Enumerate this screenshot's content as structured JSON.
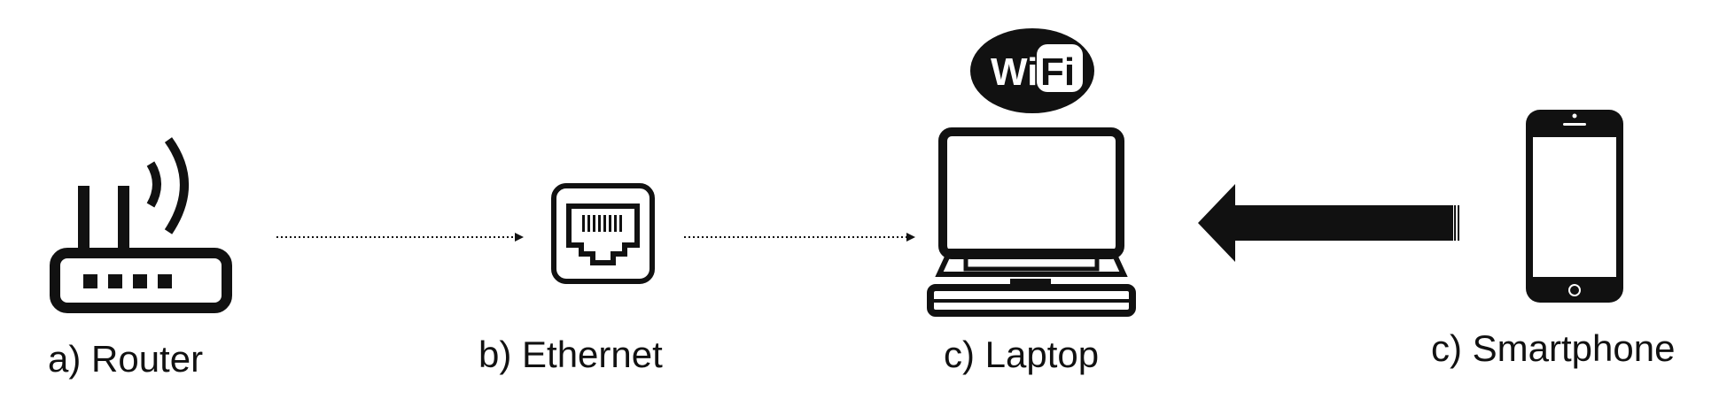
{
  "nodes": {
    "router": {
      "label": "a) Router",
      "icon": "router-icon"
    },
    "ethernet": {
      "label": "b) Ethernet",
      "icon": "ethernet-port-icon"
    },
    "laptop": {
      "label": "c) Laptop",
      "icon": "laptop-icon"
    },
    "smartphone": {
      "label": "c) Smartphone",
      "icon": "smartphone-icon"
    }
  },
  "wifi_badge": {
    "text_left": "Wi",
    "text_right": "Fi"
  },
  "edges": [
    {
      "from": "router",
      "to": "ethernet",
      "style": "dotted"
    },
    {
      "from": "ethernet",
      "to": "laptop",
      "style": "dotted"
    },
    {
      "from": "smartphone",
      "to": "laptop",
      "style": "thick"
    }
  ],
  "colors": {
    "ink": "#111111",
    "background": "#ffffff"
  }
}
